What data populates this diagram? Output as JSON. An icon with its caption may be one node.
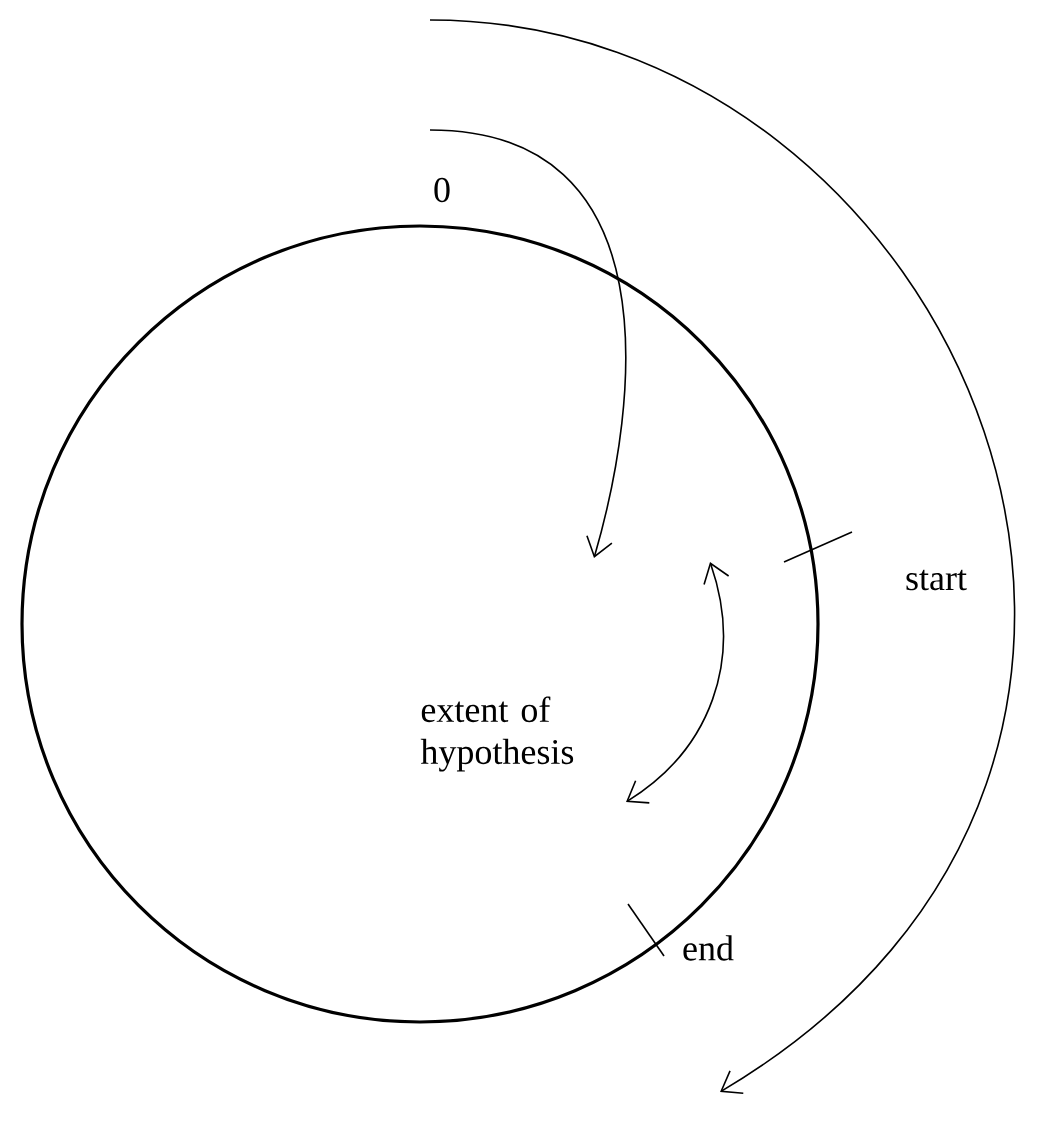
{
  "diagram": {
    "labels": [
      "0",
      "start",
      "extent of hypothesis",
      "end"
    ]
  }
}
